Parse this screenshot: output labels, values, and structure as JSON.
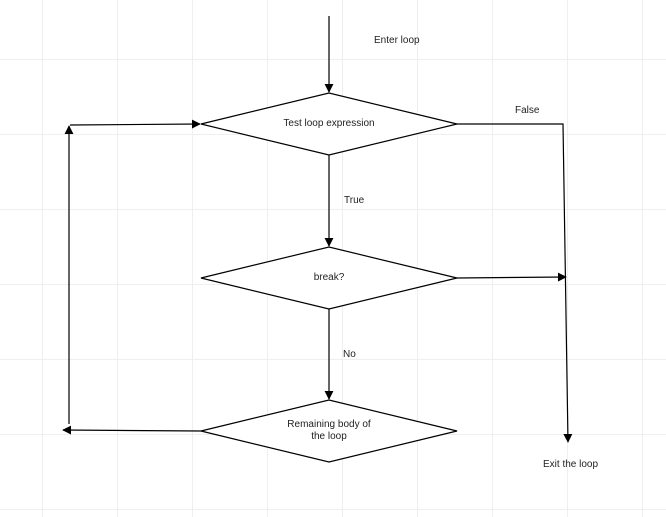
{
  "labels": {
    "enter_loop": "Enter loop",
    "false": "False",
    "true": "True",
    "no": "No",
    "exit_loop": "Exit the loop"
  },
  "nodes": {
    "test": "Test loop expression",
    "break": "break?",
    "remaining_line1": "Remaining body of",
    "remaining_line2": "the loop"
  },
  "colors": {
    "stroke": "#000000",
    "grid": "#efefef",
    "background": "#ffffff"
  }
}
